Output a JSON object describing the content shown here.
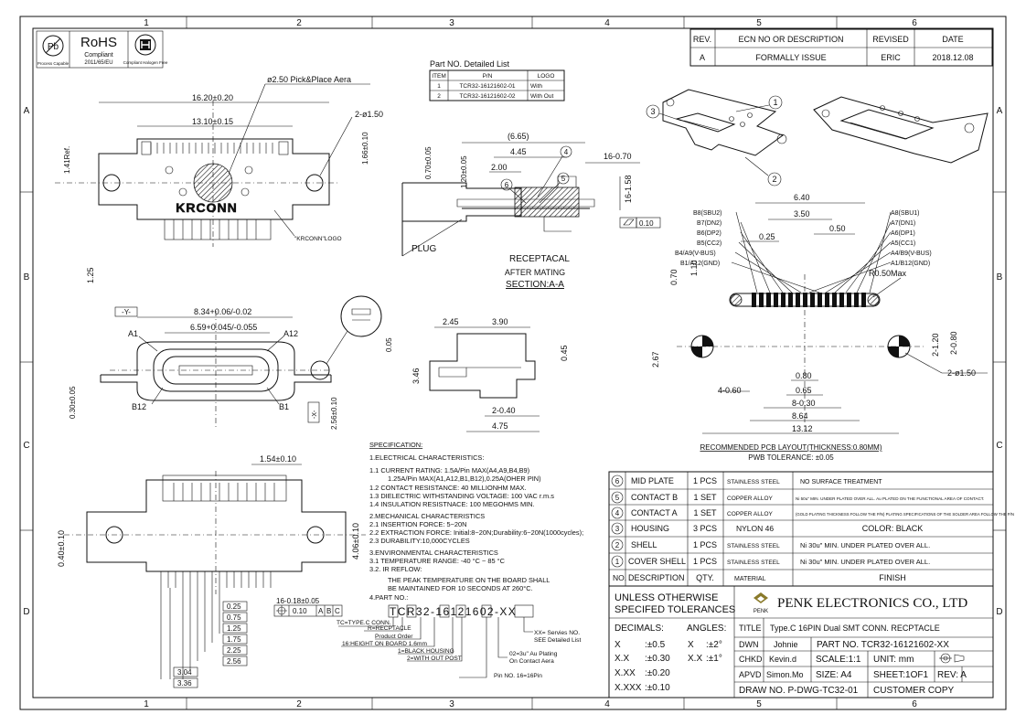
{
  "grid": {
    "columns": [
      "1",
      "2",
      "3",
      "4",
      "5",
      "6"
    ],
    "rows": [
      "A",
      "B",
      "C",
      "D"
    ]
  },
  "badges": {
    "pb_top": "Pb",
    "pb_bottom": "Process Capable",
    "rohs_title": "RoHS",
    "rohs_compliant": "Compliant",
    "rohs_year": "2011/65/EU",
    "halogen": "Compliant Halogen Free"
  },
  "revision_table": {
    "headers": [
      "REV.",
      "ECN NO OR DESCRIPTION",
      "REVISED",
      "DATE"
    ],
    "row": [
      "A",
      "FORMALLY ISSUE",
      "ERIC",
      "2018.12.08"
    ]
  },
  "part_list": {
    "title": "Part NO. Detailed List",
    "headers": [
      "ITEM",
      "P/N",
      "LOGO"
    ],
    "rows": [
      [
        "1",
        "TCR32-16121602-01",
        "With"
      ],
      [
        "2",
        "TCR32-16121602-02",
        "With Out"
      ]
    ]
  },
  "top_view": {
    "dims": [
      "16.20±0.20",
      "13.10±0.15",
      "ø2.50 Pick&Place Aera",
      "2-ø1.50",
      "1.41Ref.",
      "1.66±0.10",
      "1.25"
    ],
    "logo_text": "KRCONN",
    "logo_label": "\"KRCONN\"LOGO"
  },
  "section_view": {
    "dims": [
      "(6.65)",
      "4.45",
      "2.00",
      "16-0.70",
      "16-1.58",
      "0.70±0.05",
      "1.20±0.05",
      "0.10"
    ],
    "balloons": [
      "4",
      "5",
      "6"
    ],
    "plug": "PLUG",
    "receptacal": "RECEPTACAL",
    "after_mating": "AFTER MATING",
    "section": "SECTION:A-A"
  },
  "iso_balloons": [
    "1",
    "2",
    "3"
  ],
  "front_view": {
    "dims": [
      "8.34+0.06/-0.02",
      "6.59+0.045/-0.055",
      "0.05",
      "0.30±0.05",
      "2.56±0.10"
    ],
    "labels": [
      "-Y-",
      "A1",
      "A12",
      "B12",
      "B1",
      "-X-"
    ]
  },
  "side_view": {
    "dims": [
      "2.45",
      "3.90",
      "3.46",
      "0.45",
      "2-0.40",
      "4.75"
    ]
  },
  "pcb_layout": {
    "top_dims": [
      "6.40",
      "3.50",
      "0.25",
      "0.50"
    ],
    "left_pins": [
      "B8(SBU2)",
      "B7(DN2)",
      "B6(DP2)",
      "B5(CC2)",
      "B4/A9(V-BUS)",
      "B1/A12(GND)"
    ],
    "right_pins": [
      "A8(SBU1)",
      "A7(DN1)",
      "A6(DP1)",
      "A5(CC1)",
      "A4/B9(V-BUS)",
      "A1/B12(GND)"
    ],
    "other_dims": [
      "R0.50Max",
      "0.70",
      "1.10",
      "2.67",
      "2-1.20",
      "2-0.80",
      "2-ø1.50",
      "4-0.60",
      "0.80",
      "0.65",
      "8-0.30",
      "8.64",
      "13.12"
    ],
    "caption": "RECOMMENDED PCB LAYOUT(THICKNESS:0.80MM)",
    "tolerance": "PWB TOLERANCE: ±0.05"
  },
  "bottom_view": {
    "dims": [
      "1.54±0.10",
      "0.40±0.10",
      "4.06±0.10",
      "16-0.18±0.05",
      "0.10",
      "A",
      "B",
      "C"
    ],
    "ladder": [
      "0.25",
      "0.75",
      "1.25",
      "1.75",
      "2.25",
      "2.56",
      "3.04",
      "3.36"
    ]
  },
  "specification": {
    "heading": "SPECIFICATION:",
    "lines": [
      "1.ELECTRICAL CHARACTERISTICS:",
      "1.1 CURRENT RATING: 1.5A/Pin MAX(A4,A9,B4,B9)",
      "1.25A/Pin MAX(A1,A12,B1,B12),0.25A(OHER PIN)",
      "1.2 CONTACT RESISTANCE: 40 MILLIONHM MAX.",
      "1.3 DIELECTRIC WITHSTANDING VOLTAGE: 100 VAC r.m.s",
      "1.4 INSULATION RESISTNACE: 100 MEGOHMS MIN.",
      "2.MECHANICAL CHARACTERISTICS",
      "2.1 INSERTION FORCE: 5~20N",
      "2.2 EXTRACTION FORCE: Initial:8~20N;Durability:6~20N(1000cycles);",
      "2.3 DURABILITY:10,000CYCLES",
      "3.ENVIRONMENTAL CHARACTERISTICS",
      "3.1 TEMPERATURE RANGE: -40 °C ~ 85 °C",
      "3.2. IR REFLOW:",
      "THE PEAK TEMPERATURE ON THE BOARD SHALL",
      "BE MAINTAINED FOR 10 SECONDS AT 260°C.",
      "4.PART NO.:"
    ]
  },
  "part_number": {
    "code": "TCR32-16121602-XX",
    "notes": [
      "TC=TYPE.C CONN.",
      "R=RECPTACLE",
      "Product Order",
      "16:HEIGHT ON BOARD 1.6mm",
      "1=BLACK HOUSING",
      "2=WITH OUT POST",
      "Pin NO. 16=16Pin",
      "02=3u\" Au Plating",
      "On Contact Aera",
      "XX= Servies NO.",
      "SEE Detailed List"
    ]
  },
  "bom": {
    "headers": [
      "NO.",
      "DESCRIPTION",
      "QTY.",
      "MATERIAL",
      "FINISH"
    ],
    "rows": [
      [
        "6",
        "MID PLATE",
        "1 PCS",
        "STAINLESS STEEL",
        "NO SURFACE TREATMENT"
      ],
      [
        "5",
        "CONTACT B",
        "1 SET",
        "COPPER ALLOY",
        "Ni 50u\" MIN. UNDER PLATED OVER ALL. Au PLATED ON THE FUNCTIONAL AREA OF CONTACT."
      ],
      [
        "4",
        "CONTACT A",
        "1 SET",
        "COPPER ALLOY",
        "(GOLD PLATING THICKNESS FOLLOW THE P/N) PLATING SPECIFICATIONS OF THE SOLDER AREA FOLLOW THE P/N"
      ],
      [
        "3",
        "HOUSING",
        "3 PCS",
        "NYLON 46",
        "COLOR: BLACK"
      ],
      [
        "2",
        "SHELL",
        "1 PCS",
        "STAINLESS STEEL",
        "Ni 30u\" MIN. UNDER PLATED OVER ALL."
      ],
      [
        "1",
        "COVER SHELL",
        "1 PCS",
        "STAINLESS STEEL",
        "Ni 30u\" MIN. UNDER PLATED OVER ALL."
      ]
    ]
  },
  "title_block": {
    "unless": "UNLESS OTHERWISE",
    "specified": "SPECIFED TOLERANCES",
    "company": "PENK ELECTRONICS CO., LTD",
    "logo_text": "PENK",
    "decimals_label": "DECIMALS:",
    "angles_label": "ANGLES:",
    "tolerances": [
      [
        "X",
        ":±0.5",
        "X",
        ":±2°"
      ],
      [
        "X.X",
        ":±0.30",
        "X.X",
        ":±1°"
      ],
      [
        "X.XX",
        ":±0.20",
        "",
        ""
      ],
      [
        "X.XXX",
        ":±0.10",
        "",
        ""
      ]
    ],
    "title_label": "TITLE",
    "title": "Type.C 16PIN Dual SMT CONN. RECPTACLE",
    "dwn_label": "DWN",
    "dwn": "Johnie",
    "part_no": "PART NO. TCR32-16121602-XX",
    "chkd_label": "CHKD",
    "chkd": "Kevin.d",
    "scale": "SCALE:1:1",
    "unit": "UNIT:   mm",
    "apvd_label": "APVD",
    "apvd": "Simon.Mo",
    "size": "SIZE: A4",
    "sheet": "SHEET:1OF1",
    "rev": "REV: A",
    "draw_no": "DRAW NO. P-DWG-TC32-01",
    "customer_copy": "CUSTOMER COPY"
  },
  "colors": {
    "ink": "#111111",
    "paper": "#ffffff",
    "logo_gold": "#8a7a2a"
  }
}
